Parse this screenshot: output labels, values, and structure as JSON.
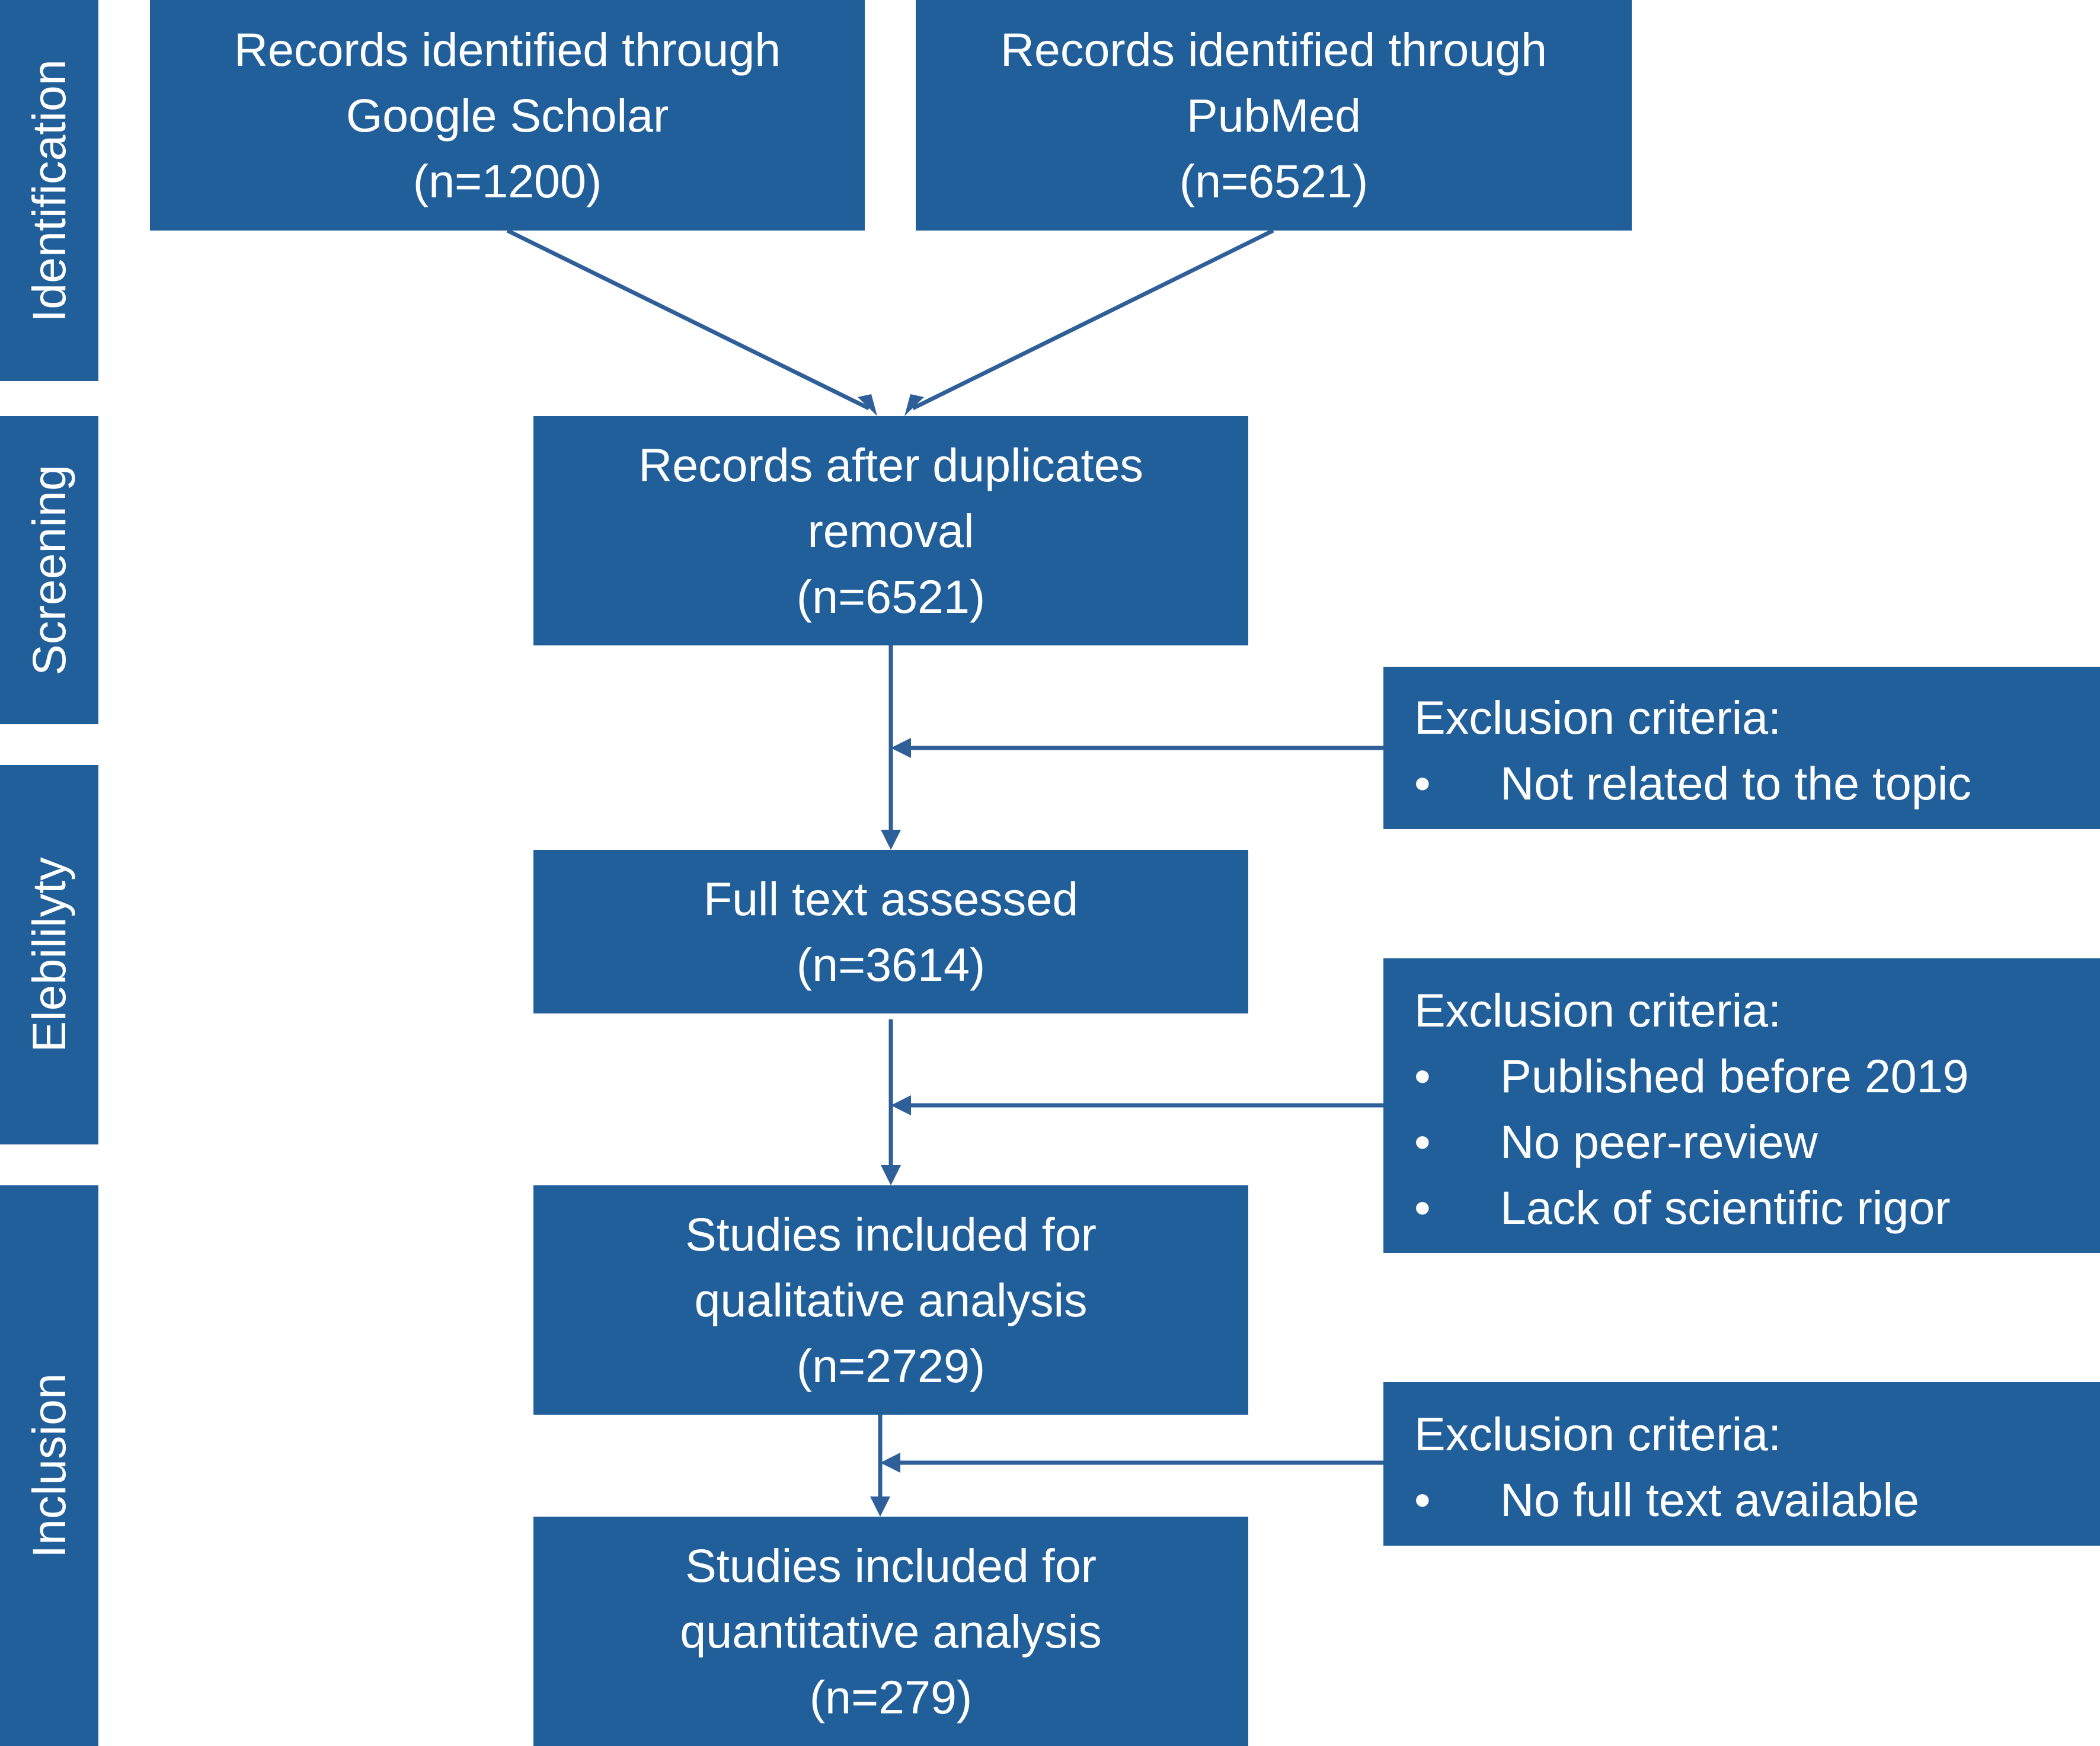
{
  "stages": {
    "identification": "Identification",
    "screening": "Screening",
    "eligibility": "Elebililyty",
    "inclusion": "Inclusion"
  },
  "boxes": {
    "google_scholar": {
      "line1": "Records identified through",
      "line2": "Google Scholar",
      "count": "(n=1200)"
    },
    "pubmed": {
      "line1": "Records identified through",
      "line2": "PubMed",
      "count": "(n=6521)"
    },
    "duplicates": {
      "line1": "Records after duplicates",
      "line2": "removal",
      "count": "(n=6521)"
    },
    "full_text": {
      "line1": "Full text assessed",
      "count": "(n=3614)"
    },
    "qualitative": {
      "line1": "Studies included for",
      "line2": "qualitative analysis",
      "count": "(n=2729)"
    },
    "quantitative": {
      "line1": "Studies included for",
      "line2": "quantitative analysis",
      "count": "(n=279)"
    }
  },
  "exclusions": [
    {
      "title": "Exclusion criteria:",
      "items": [
        "Not related to the topic"
      ]
    },
    {
      "title": "Exclusion criteria:",
      "items": [
        "Published before 2019",
        "No peer-review",
        "Lack of scientific rigor"
      ]
    },
    {
      "title": "Exclusion criteria:",
      "items": [
        "No full text available"
      ]
    }
  ],
  "colors": {
    "box": "#215f9a",
    "arrow": "#2e5f98",
    "text": "#ffffff"
  }
}
